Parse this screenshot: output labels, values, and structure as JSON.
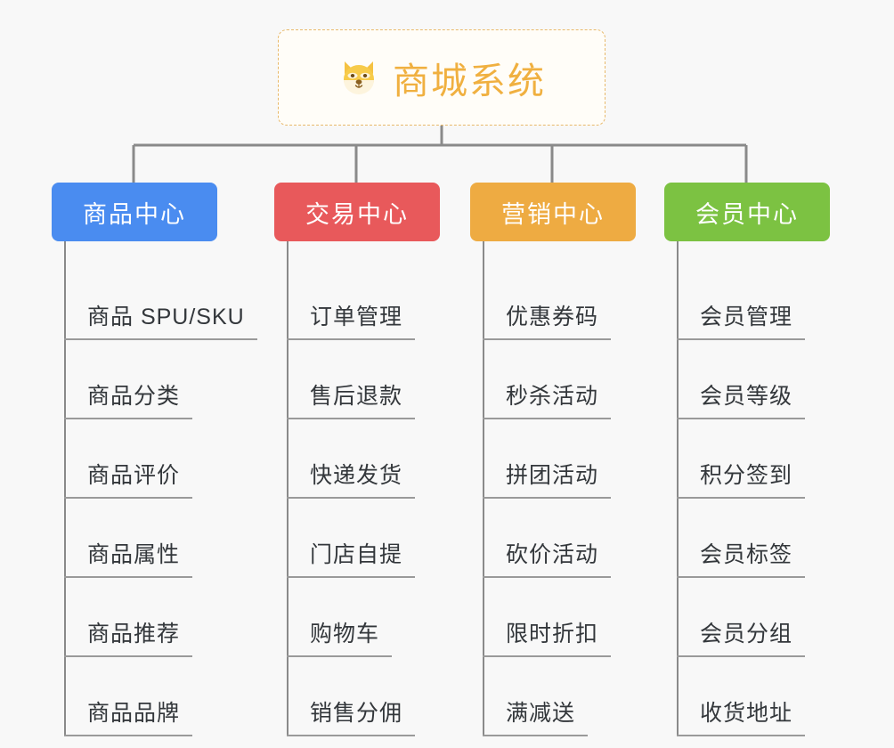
{
  "page": {
    "background_color": "#f8f8f8",
    "connector_color": "#8a8a8a"
  },
  "root": {
    "title": "商城系统",
    "icon": "dog-face-icon",
    "text_color": "#f0b040",
    "border_color": "#e8b96b",
    "background_color": "#fffdf8"
  },
  "categories": [
    {
      "label": "商品中心",
      "color": "#4a8cf0",
      "items": [
        "商品 SPU/SKU",
        "商品分类",
        "商品评价",
        "商品属性",
        "商品推荐",
        "商品品牌"
      ]
    },
    {
      "label": "交易中心",
      "color": "#e8595b",
      "items": [
        "订单管理",
        "售后退款",
        "快递发货",
        "门店自提",
        "购物车",
        "销售分佣"
      ]
    },
    {
      "label": "营销中心",
      "color": "#eeab42",
      "items": [
        "优惠券码",
        "秒杀活动",
        "拼团活动",
        "砍价活动",
        "限时折扣",
        "满减送"
      ]
    },
    {
      "label": "会员中心",
      "color": "#77c council",
      "items": [
        "会员管理",
        "会员等级",
        "积分签到",
        "会员标签",
        "会员分组",
        "收货地址"
      ]
    }
  ]
}
